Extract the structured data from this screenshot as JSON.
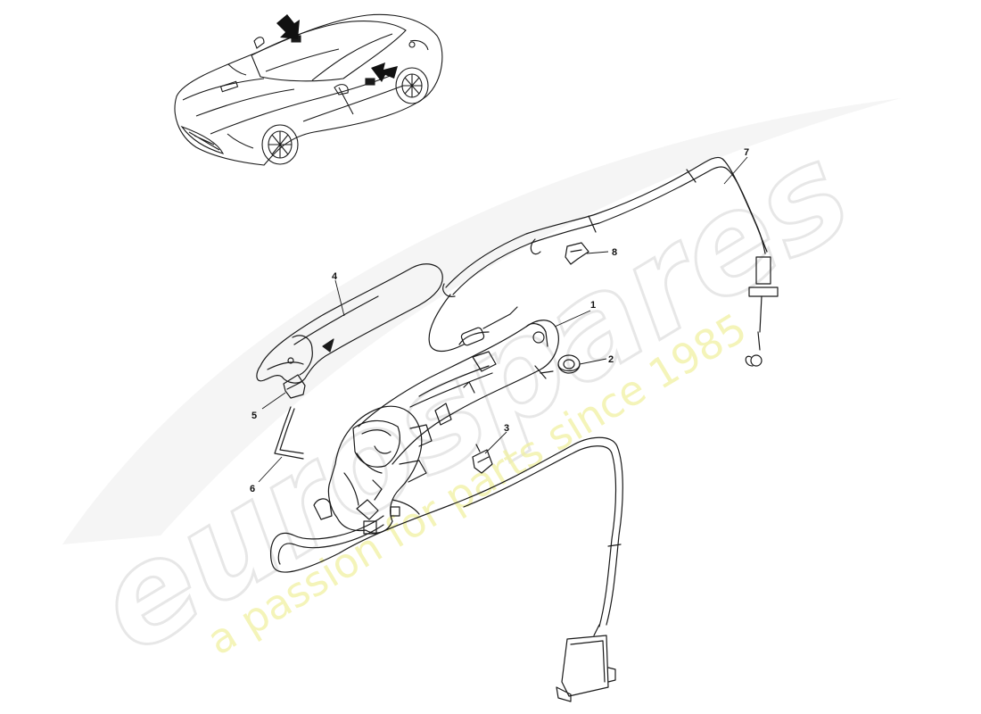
{
  "watermark": {
    "logo_text": "eurospares",
    "tagline": "a passion for parts since 1985",
    "logo_color": "#e6e6e6",
    "tagline_color": "#f3f3a8"
  },
  "callouts": [
    "1",
    "2",
    "3",
    "4",
    "5",
    "6",
    "7",
    "8"
  ],
  "line_color": "#1a1a1a"
}
